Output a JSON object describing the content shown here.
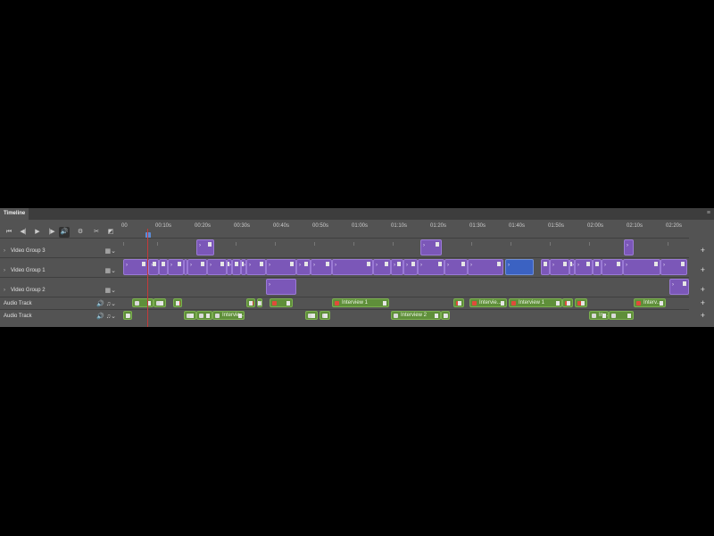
{
  "panel": {
    "tab_label": "Timeline",
    "menu_icon": "panel-menu-icon"
  },
  "controls": [
    {
      "name": "go-to-first-frame-button",
      "glyph": "⏮"
    },
    {
      "name": "previous-frame-button",
      "glyph": "◀|"
    },
    {
      "name": "play-button",
      "glyph": "▶"
    },
    {
      "name": "next-frame-button",
      "glyph": "|▶"
    },
    {
      "name": "mute-audio-button",
      "glyph": "🔊"
    },
    {
      "name": "settings-gear-button",
      "glyph": "⚙"
    },
    {
      "name": "split-scissors-button",
      "glyph": "✂"
    },
    {
      "name": "transition-button",
      "glyph": "◩"
    }
  ],
  "ruler": {
    "ticks": [
      "00",
      "00:10s",
      "00:20s",
      "00:30s",
      "00:40s",
      "00:50s",
      "01:00s",
      "01:10s",
      "01:20s",
      "01:30s",
      "01:40s",
      "01:50s",
      "02:00s",
      "02:10s",
      "02:20s"
    ]
  },
  "tracks": [
    {
      "name": "Video Group 3",
      "type": "video",
      "collapsible": true
    },
    {
      "name": "Video Group 1",
      "type": "video",
      "collapsible": true
    },
    {
      "name": "Video Group 2",
      "type": "video",
      "collapsible": true
    },
    {
      "name": "Audio Track",
      "type": "audio",
      "collapsible": false
    },
    {
      "name": "Audio Track",
      "type": "audio",
      "collapsible": false
    }
  ],
  "audio_labels": {
    "interview1": "Interview 1",
    "interview_trunc": "Intervie...",
    "interview_trunc2": "Interv...",
    "interview2": "Interview 2",
    "in": "In..."
  }
}
